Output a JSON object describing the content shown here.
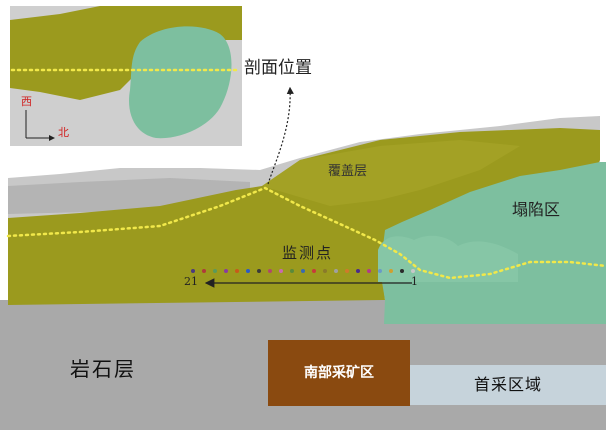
{
  "labels": {
    "rock_layer": "岩石层",
    "south_mining_area": "南部采矿区",
    "first_mining_area": "首采区域",
    "collapse_area": "塌陷区",
    "overburden_layer": "覆盖层",
    "monitoring_points": "监测点",
    "section_position": "剖面位置",
    "point_first": "1",
    "point_last": "21"
  },
  "compass": {
    "up": "西",
    "right": "北"
  },
  "colors": {
    "rock": "#a9a9a9",
    "overburden": "#9b9a1e",
    "collapse": "#7dbf9f",
    "south_mining": "#8a4a10",
    "first_mining": "#c6d3db",
    "section_line": "#f1e84a"
  },
  "monitoring": {
    "count": 21,
    "dot_colors": [
      "#4b3a7e",
      "#b03a3a",
      "#5b9a5a",
      "#8a3aa0",
      "#c85a1a",
      "#2a5ac8",
      "#3a3a3a",
      "#b0486a",
      "#c86ab0",
      "#5a8a3a",
      "#3a6ab0",
      "#c83a3a",
      "#8a7a2a",
      "#a0a0a0",
      "#d07a2a",
      "#4a2a8a",
      "#b03a8a",
      "#6a9ac8",
      "#d0a030",
      "#2a2a2a",
      "#c8c8c8"
    ]
  }
}
